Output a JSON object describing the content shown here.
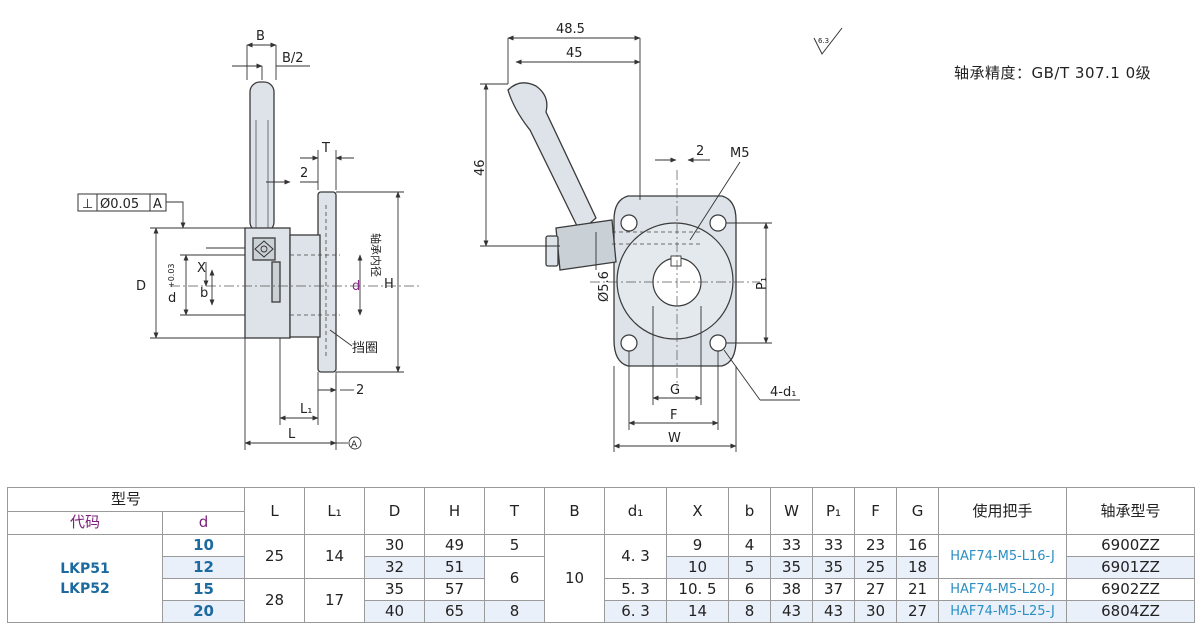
{
  "drawing": {
    "left_view": {
      "labels": {
        "B": "B",
        "B_half": "B/2",
        "T": "T",
        "two_a": "2",
        "two_b": "2",
        "D": "D",
        "d": "d",
        "d_tol": "+0.03",
        "d_tol_low": "0",
        "X": "X",
        "b": "b",
        "H": "H",
        "L": "L",
        "L1": "L₁",
        "bore_callout": "轴承内径",
        "retainer": "挡圈",
        "datum": "A"
      },
      "tolerance_frame": {
        "symbol": "⊥",
        "value": "Ø0.05",
        "datum": "A"
      }
    },
    "right_view": {
      "labels": {
        "w48": "48.5",
        "w45": "45",
        "h46": "46",
        "two": "2",
        "M5": "M5",
        "dia56": "Ø5.6",
        "G": "G",
        "F": "F",
        "W": "W",
        "P1": "P₁",
        "holes": "4-d₁"
      }
    },
    "surface_mark": "6.3"
  },
  "note": "轴承精度：GB/T 307.1 0级",
  "table": {
    "headers": {
      "model_group": "型号",
      "code": "代码",
      "d": "d",
      "L": "L",
      "L1": "L₁",
      "D": "D",
      "H": "H",
      "T": "T",
      "B": "B",
      "d1": "d₁",
      "X": "X",
      "b": "b",
      "W": "W",
      "P1": "P₁",
      "F": "F",
      "G": "G",
      "handle": "使用把手",
      "bearing": "轴承型号"
    },
    "models": [
      "LKP51",
      "LKP52"
    ],
    "shared": {
      "L_a": "25",
      "L_b": "28",
      "L1_a": "14",
      "L1_b": "17",
      "T_mid": "6",
      "B": "10",
      "d1_a": "4. 3"
    },
    "rows": [
      {
        "d": "10",
        "D": "30",
        "H": "49",
        "T": "5",
        "d1": "",
        "X": "9",
        "b": "4",
        "W": "33",
        "P1": "33",
        "F": "23",
        "G": "16",
        "bearing": "6900ZZ"
      },
      {
        "d": "12",
        "D": "32",
        "H": "51",
        "T": "",
        "d1": "",
        "X": "10",
        "b": "5",
        "W": "35",
        "P1": "35",
        "F": "25",
        "G": "18",
        "bearing": "6901ZZ"
      },
      {
        "d": "15",
        "D": "35",
        "H": "57",
        "T": "",
        "d1": "5. 3",
        "X": "10. 5",
        "b": "6",
        "W": "38",
        "P1": "37",
        "F": "27",
        "G": "21",
        "bearing": "6902ZZ"
      },
      {
        "d": "20",
        "D": "40",
        "H": "65",
        "T": "8",
        "d1": "6. 3",
        "X": "14",
        "b": "8",
        "W": "43",
        "P1": "43",
        "F": "30",
        "G": "27",
        "bearing": "6804ZZ"
      }
    ],
    "handles": [
      "HAF74-M5-L16-J",
      "HAF74-M5-L20-J",
      "HAF74-M5-L25-J"
    ]
  }
}
